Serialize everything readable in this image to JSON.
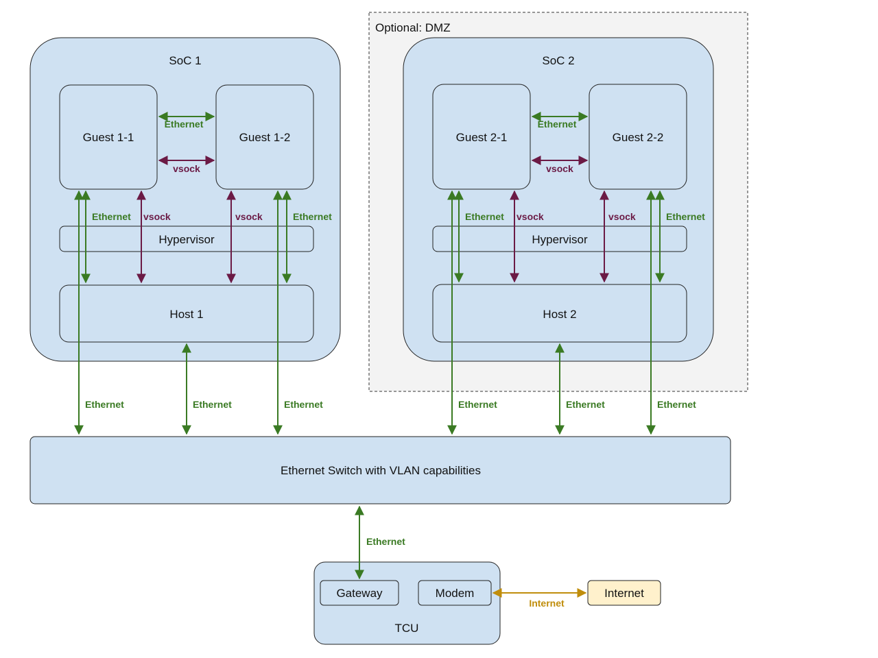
{
  "dmz": {
    "label": "Optional: DMZ"
  },
  "soc1": {
    "title": "SoC 1",
    "guest_a": "Guest 1-1",
    "guest_b": "Guest 1-2",
    "hypervisor": "Hypervisor",
    "host": "Host 1"
  },
  "soc2": {
    "title": "SoC 2",
    "guest_a": "Guest 2-1",
    "guest_b": "Guest 2-2",
    "hypervisor": "Hypervisor",
    "host": "Host 2"
  },
  "switch": {
    "label": "Ethernet Switch with VLAN capabilities"
  },
  "tcu": {
    "title": "TCU",
    "gateway": "Gateway",
    "modem": "Modem"
  },
  "internet": {
    "label": "Internet"
  },
  "links": {
    "ethernet": "Ethernet",
    "vsock": "vsock",
    "internet": "Internet"
  },
  "colors": {
    "ethernet": "#3a7a23",
    "vsock": "#6b1a45",
    "internet": "#c08d0b",
    "box_fill": "#cfe1f2",
    "internet_fill": "#fff1cc",
    "dmz_fill": "#f3f3f3"
  }
}
